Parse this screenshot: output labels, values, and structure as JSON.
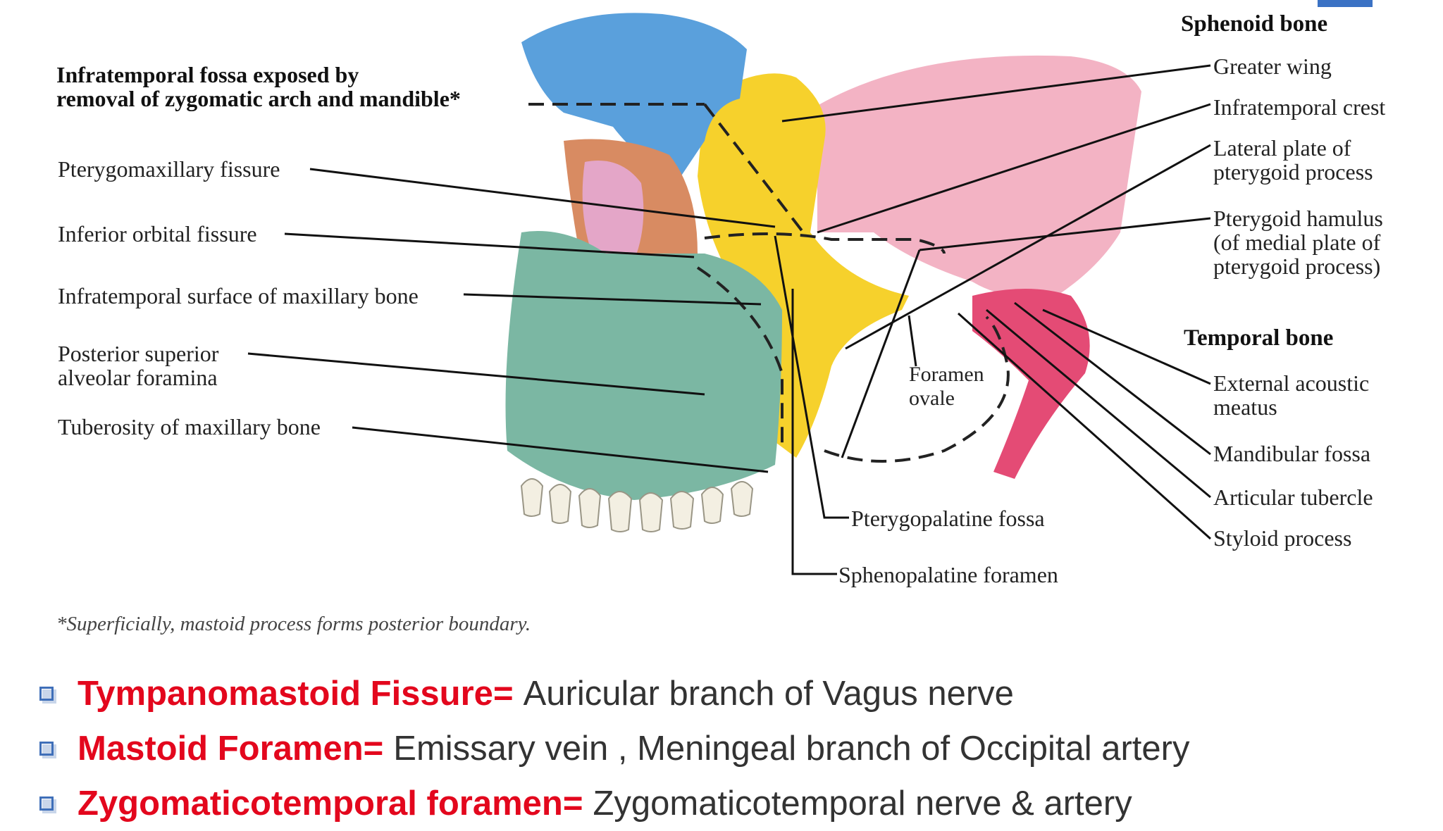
{
  "colors": {
    "frontal": "#5aa0dc",
    "parietal": "#f3b3c4",
    "sphenoid": "#f6d12c",
    "maxilla": "#7bb7a3",
    "temporal": "#e44b75",
    "palatine": "#d88b62",
    "term": "#e3071d",
    "bullet_box": "#3f6fb9",
    "accent_bar": "#3b72c4"
  },
  "diagram": {
    "headings": {
      "sphenoid_bone": "Sphenoid bone",
      "temporal_bone": "Temporal bone"
    },
    "left_labels": {
      "infratemporal_fossa_line1": "Infratemporal fossa exposed by",
      "infratemporal_fossa_line2": "removal of zygomatic arch and mandible*",
      "pterygomaxillary_fissure": "Pterygomaxillary fissure",
      "inferior_orbital_fissure": "Inferior orbital fissure",
      "infratemporal_surface": "Infratemporal surface of maxillary bone",
      "posterior_superior_line1": "Posterior superior",
      "posterior_superior_line2": "alveolar foramina",
      "tuberosity": "Tuberosity of maxillary bone"
    },
    "right_labels": {
      "greater_wing": "Greater wing",
      "infratemporal_crest": "Infratemporal crest",
      "lateral_plate_line1": "Lateral plate of",
      "lateral_plate_line2": "pterygoid process",
      "pterygoid_hamulus_line1": "Pterygoid hamulus",
      "pterygoid_hamulus_line2": "(of medial plate of",
      "pterygoid_hamulus_line3": "pterygoid process)",
      "external_acoustic_line1": "External acoustic",
      "external_acoustic_line2": "meatus",
      "mandibular_fossa": "Mandibular fossa",
      "articular_tubercle": "Articular tubercle",
      "styloid_process": "Styloid process"
    },
    "center_labels": {
      "foramen_ovale_line1": "Foramen",
      "foramen_ovale_line2": "ovale",
      "pterygopalatine_fossa": "Pterygopalatine fossa",
      "sphenopalatine_foramen": "Sphenopalatine foramen"
    },
    "footnote": "*Superficially, mastoid process forms posterior boundary."
  },
  "bullets": [
    {
      "term": "Tympanomastoid Fissure=",
      "description": "Auricular branch of Vagus nerve"
    },
    {
      "term": "Mastoid Foramen=",
      "description": "Emissary vein , Meningeal branch of Occipital artery"
    },
    {
      "term": "Zygomaticotemporal foramen=",
      "description": "Zygomaticotemporal nerve & artery"
    }
  ]
}
